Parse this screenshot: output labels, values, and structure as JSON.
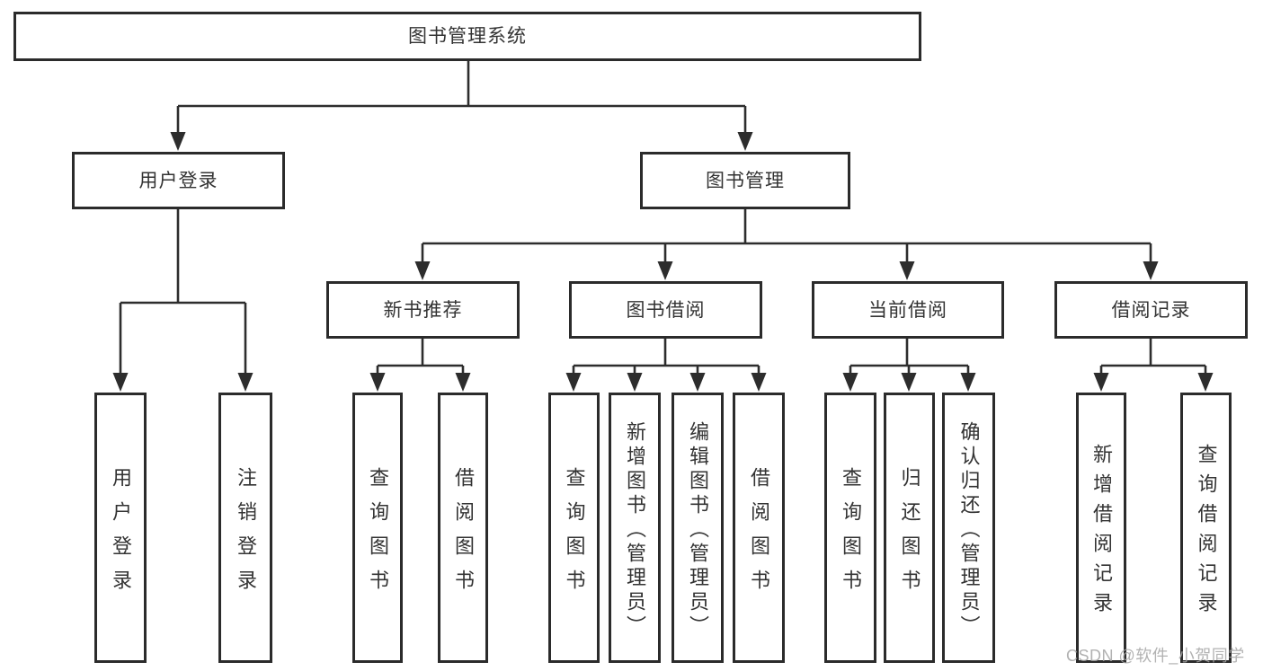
{
  "tree": {
    "root_label": "图书管理系统",
    "branches": [
      {
        "label": "用户登录",
        "children": [
          {
            "label": "用户登录"
          },
          {
            "label": "注销登录"
          }
        ]
      },
      {
        "label": "图书管理",
        "groups": [
          {
            "label": "新书推荐",
            "children": [
              {
                "label": "查询图书"
              },
              {
                "label": "借阅图书"
              }
            ]
          },
          {
            "label": "图书借阅",
            "children": [
              {
                "label": "查询图书"
              },
              {
                "label": "新增图书（管理员）"
              },
              {
                "label": "编辑图书（管理员）"
              },
              {
                "label": "借阅图书"
              }
            ]
          },
          {
            "label": "当前借阅",
            "children": [
              {
                "label": "查询图书"
              },
              {
                "label": "归还图书"
              },
              {
                "label": "确认归还（管理员）"
              }
            ]
          },
          {
            "label": "借阅记录",
            "children": [
              {
                "label": "新增借阅记录"
              },
              {
                "label": "查询借阅记录"
              }
            ]
          }
        ]
      }
    ]
  },
  "watermark": {
    "text": "CSDN @软件_小贺同学"
  },
  "colors": {
    "line": "#2d2d2d",
    "box_border": "#2b2b2b",
    "text": "#333333",
    "watermark": "#a5a5a5"
  }
}
